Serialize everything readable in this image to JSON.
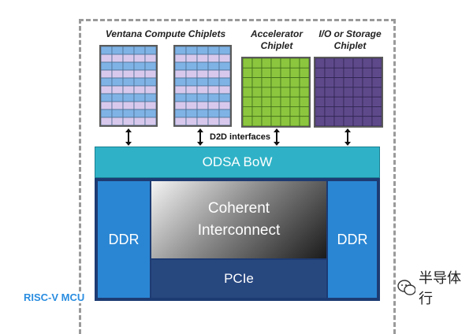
{
  "labels": {
    "compute": "Ventana Compute Chiplets",
    "accel": "Accelerator Chiplet",
    "io": "I/O or Storage Chiplet",
    "d2d": "D2D interfaces"
  },
  "blocks": {
    "bow": "ODSA BoW",
    "coherent_line1": "Coherent",
    "coherent_line2": "Interconnect",
    "ddr_left": "DDR",
    "ddr_right": "DDR",
    "pcie": "PCIe"
  },
  "watermarks": {
    "left": "RISC-V MCU",
    "right": "半导体行"
  },
  "colors": {
    "compute_blue": "#7fb3e6",
    "compute_lilac": "#d8c9ec",
    "accel_green": "#8cc63f",
    "io_purple": "#5e4a8b",
    "bow": "#2fb2c7",
    "ddr": "#2a86d3",
    "pcie": "#27477f"
  },
  "icons": [
    "double-arrow-icon",
    "wechat-icon"
  ]
}
